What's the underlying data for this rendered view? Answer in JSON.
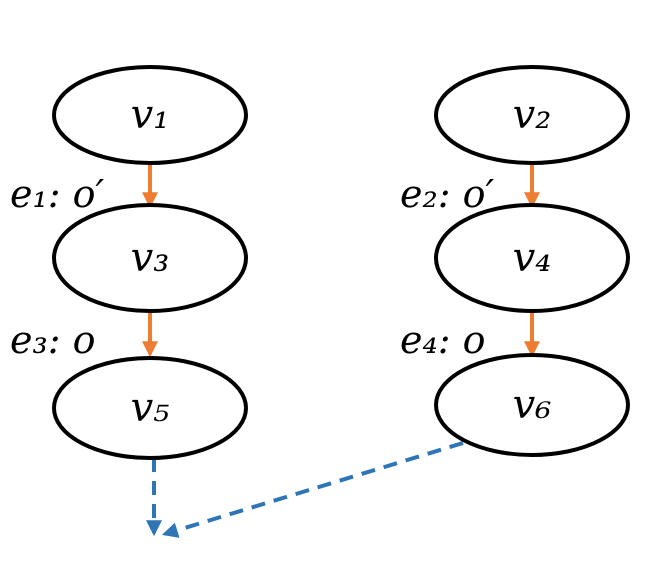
{
  "colors": {
    "node_stroke": "#000000",
    "solid_edge": "#ED7D31",
    "dashed_edge": "#2E75B6"
  },
  "nodes": [
    {
      "id": "v1",
      "label": "v₁"
    },
    {
      "id": "v2",
      "label": "v₂"
    },
    {
      "id": "v3",
      "label": "v₃"
    },
    {
      "id": "v4",
      "label": "v₄"
    },
    {
      "id": "v5",
      "label": "v₅"
    },
    {
      "id": "v6",
      "label": "v₆"
    }
  ],
  "edges": [
    {
      "id": "e1",
      "from": "v1",
      "to": "v3",
      "label": "e₁: o′"
    },
    {
      "id": "e2",
      "from": "v2",
      "to": "v4",
      "label": "e₂: o′"
    },
    {
      "id": "e3",
      "from": "v3",
      "to": "v5",
      "label": "e₃: o"
    },
    {
      "id": "e4",
      "from": "v4",
      "to": "v6",
      "label": "e₄: o"
    }
  ],
  "dashed_edges": [
    {
      "from": "v5",
      "to": "merge-point"
    },
    {
      "from": "v6",
      "to": "merge-point"
    }
  ]
}
